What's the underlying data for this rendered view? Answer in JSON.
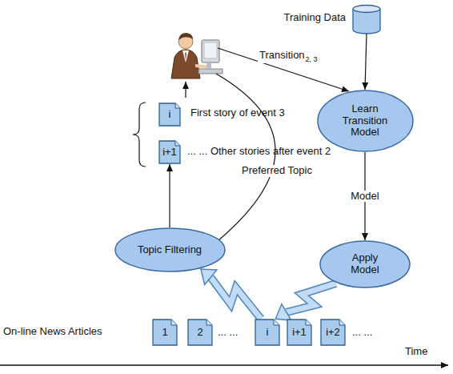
{
  "diagram": {
    "nodes": [
      {
        "text": [
          "Training Data"
        ]
      },
      {
        "text": [
          "Learn Transition Model"
        ]
      },
      {
        "text": [
          "i"
        ]
      },
      {
        "text": [
          "i+1"
        ]
      },
      {
        "text": [
          "Topic Filtering"
        ]
      },
      {
        "text": [
          "Apply Model"
        ]
      },
      {
        "text": [
          "1"
        ]
      },
      {
        "text": [
          "2"
        ]
      },
      {
        "text": [
          "i"
        ]
      },
      {
        "text": [
          "i+1"
        ]
      },
      {
        "text": [
          "i+2"
        ]
      }
    ],
    "edges": [
      {
        "from": 0,
        "to": 1,
        "arrow": "to"
      },
      {
        "from": 1,
        "to": 5,
        "label": "Model",
        "arrow": "to"
      },
      {
        "from": 4,
        "to": 3,
        "arrow": "to"
      },
      {
        "from": 8,
        "to": 4,
        "arrow": "to"
      },
      {
        "from": 5,
        "to": 8,
        "arrow": "to"
      }
    ],
    "labels": [
      "Transition",
      "2, 3",
      "Preferred Topic",
      "First story of event 3",
      "... ... Other stories after event 2",
      "... ...",
      "... ...",
      "On-line News Articles",
      "Time"
    ]
  }
}
